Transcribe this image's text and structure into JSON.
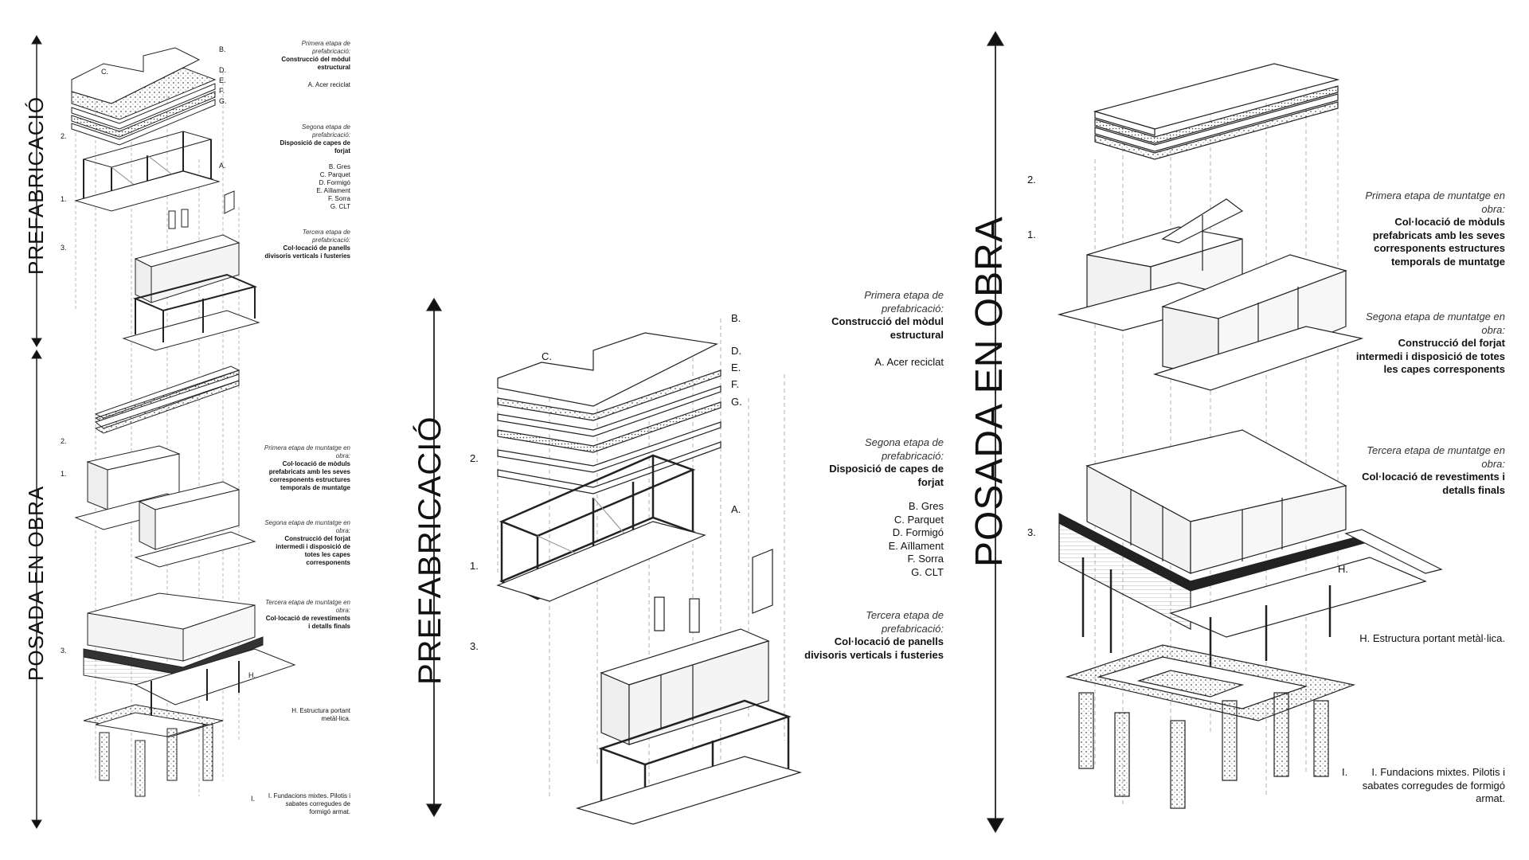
{
  "small": {
    "title_prefab": "PREFABRICACIÓ",
    "title_obra": "POSADA EN OBRA",
    "labels": {
      "B": "B.",
      "C": "C.",
      "D": "D.",
      "E": "E.",
      "F": "F.",
      "G": "G.",
      "A": "A.",
      "n2": "2.",
      "n1": "1.",
      "n3": "3.",
      "o2": "2.",
      "o1": "1.",
      "o3": "3.",
      "H": "H.",
      "I": "I."
    },
    "p1": {
      "title": "Primera etapa de prefabricació:",
      "body": "Construcció del mòdul estructural",
      "item": "A. Acer reciclat"
    },
    "p2": {
      "title": "Segona etapa de prefabricació:",
      "body": "Disposició de capes de forjat",
      "items": [
        "B. Gres",
        "C. Parquet",
        "D. Formigó",
        "E. Aïllament",
        "F. Sorra",
        "G. CLT"
      ]
    },
    "p3": {
      "title": "Tercera etapa de prefabricació:",
      "body": "Col·locació de panells divisoris verticals i fusteries"
    },
    "o1": {
      "title": "Primera etapa de muntatge en obra:",
      "body": "Col·locació de mòduls prefabricats amb les seves corresponents estructures temporals de muntatge"
    },
    "o2": {
      "title": "Segona etapa de muntatge en obra:",
      "body": "Construcció del forjat intermedi i disposició de totes les capes corresponents"
    },
    "o3": {
      "title": "Tercera etapa de muntatge en obra:",
      "body": "Col·locació de revestiments i detalls finals"
    },
    "h": "H. Estructura portant metàl·lica.",
    "i": "I. Fundacions mixtes. Pilotis i sabates corregudes de formigó armat."
  },
  "middle": {
    "title": "PREFABRICACIÓ",
    "labels": {
      "B": "B.",
      "C": "C.",
      "D": "D.",
      "E": "E.",
      "F": "F.",
      "G": "G.",
      "A": "A.",
      "n2": "2.",
      "n1": "1.",
      "n3": "3."
    },
    "p1": {
      "title": "Primera etapa de prefabricació:",
      "body": "Construcció del mòdul estructural",
      "item": "A. Acer reciclat"
    },
    "p2": {
      "title": "Segona etapa de prefabricació:",
      "body": "Disposició de capes de forjat",
      "items": [
        "B. Gres",
        "C. Parquet",
        "D. Formigó",
        "E. Aïllament",
        "F. Sorra",
        "G. CLT"
      ]
    },
    "p3": {
      "title": "Tercera etapa de prefabricació:",
      "body": "Col·locació de panells divisoris verticals i fusteries"
    }
  },
  "right": {
    "title": "POSADA EN OBRA",
    "labels": {
      "n2": "2.",
      "n1": "1.",
      "n3": "3.",
      "H": "H.",
      "I": "I."
    },
    "o1": {
      "title": "Primera etapa de muntatge en obra:",
      "body": "Col·locació de mòduls prefabricats amb les seves corresponents estructures temporals de muntatge"
    },
    "o2": {
      "title": "Segona etapa de muntatge en obra:",
      "body": "Construcció del forjat intermedi i disposició de totes les capes corresponents"
    },
    "o3": {
      "title": "Tercera etapa de muntatge en obra:",
      "body": "Col·locació de revestiments i detalls finals"
    },
    "h": "H. Estructura portant metàl·lica.",
    "i": "I. Fundacions mixtes. Pilotis i sabates corregudes de formigó armat."
  }
}
